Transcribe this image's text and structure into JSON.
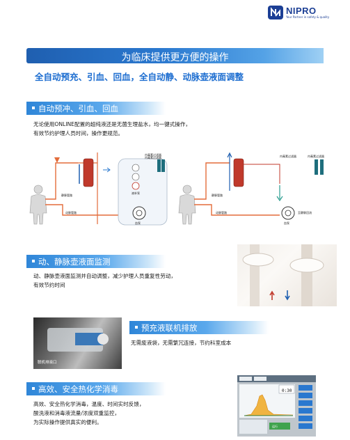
{
  "logo": {
    "brand": "NIPRO",
    "tagline": "Your Partner in safety & quality",
    "color": "#1c3f95"
  },
  "title": "为临床提供更方便的操作",
  "subtitle": "全自动预充、引血、回血，全自动静、动脉壶液面调整",
  "accent": "#2f86d8",
  "sections": {
    "auto_prime": {
      "header": "自动预冲、引血、回血",
      "lines": [
        "无论使用ONLINE配置的超纯液还是无菌生理盐水，均一键式操作，",
        "有效节约护理人员时间，操作更规范。"
      ],
      "diagram1": {
        "venous_line": "静脉管路",
        "arterial_line": "动脉管路",
        "blood_pump": "血泵",
        "fluid_pump": "液补泵",
        "filter_labels": [
          "内毒素过滤器",
          "内毒素过滤器"
        ]
      },
      "diagram2": {
        "venous_line": "静脉管路",
        "arterial_line": "动脉管路",
        "blood_pump": "血泵",
        "drain_label": "至静脉回流",
        "filter_labels": [
          "内毒素过滤器",
          "内毒素过滤器"
        ]
      }
    },
    "chamber_monitor": {
      "header": "动、静脉壶液面监测",
      "lines": [
        "动、静脉壶液面监测并自动调整，减少护理人员重复性劳动，",
        "有效节约时间"
      ]
    },
    "priming_drain": {
      "header": "预充液联机排放",
      "lines": [
        "无需废液袋，无需繁冗连接，节约科室成本"
      ],
      "photo_caption": "联机排液口"
    },
    "disinfection": {
      "header": "高效、安全热化学消毒",
      "lines": [
        "高效、安全热化学消毒，温度、时间实时反馈，",
        "酸洗液和消毒液流量/浓度双重监控，",
        "为实际操作提供真实的便利。"
      ],
      "screen": {
        "timer": "0:30",
        "status": "运行"
      }
    }
  }
}
